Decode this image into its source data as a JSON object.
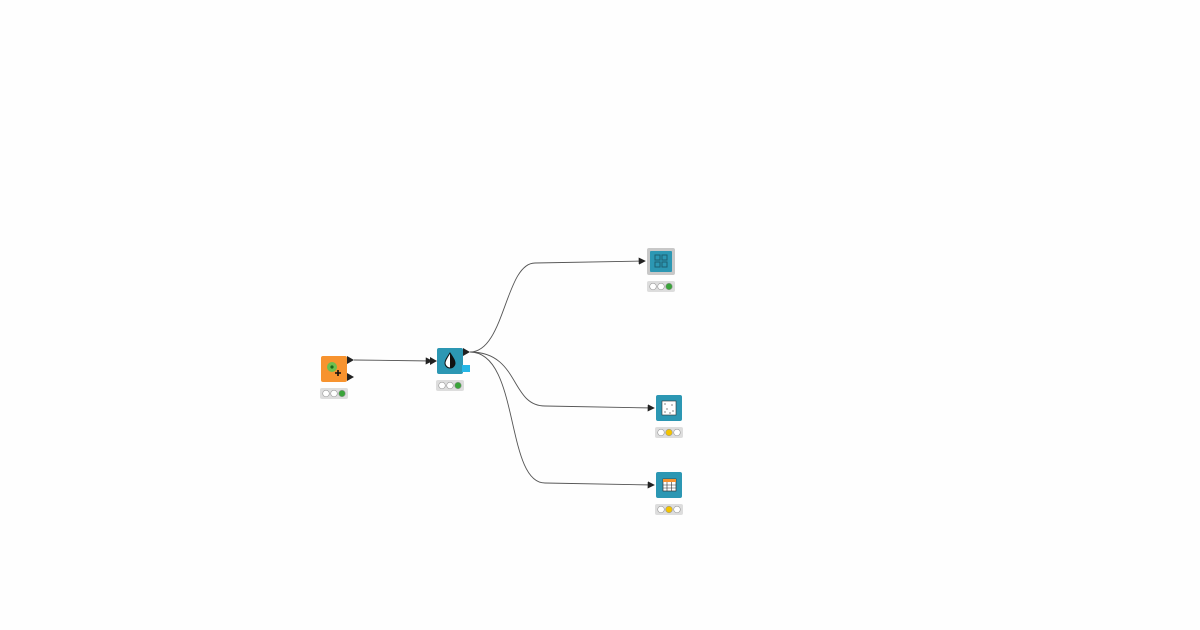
{
  "colors": {
    "background": "#fefefe",
    "source_node": "#f7932f",
    "manipulator_node": "#2c97b3",
    "flow_variable_port": "#26b6e6",
    "connection": "#555555",
    "status_green": "#3aa43a",
    "status_yellow": "#f4c400",
    "status_off": "#ffffff"
  },
  "nodes": [
    {
      "id": "source",
      "icon": "data-generator-icon",
      "type": "source",
      "status": "executed"
    },
    {
      "id": "transform",
      "icon": "droplet-icon",
      "type": "manipulator",
      "status": "executed"
    },
    {
      "id": "view-grid",
      "icon": "grid-view-icon",
      "type": "view",
      "status": "executed"
    },
    {
      "id": "scatter",
      "icon": "scatter-plot-icon",
      "type": "view",
      "status": "configured"
    },
    {
      "id": "table",
      "icon": "table-icon",
      "type": "view",
      "status": "configured"
    }
  ]
}
